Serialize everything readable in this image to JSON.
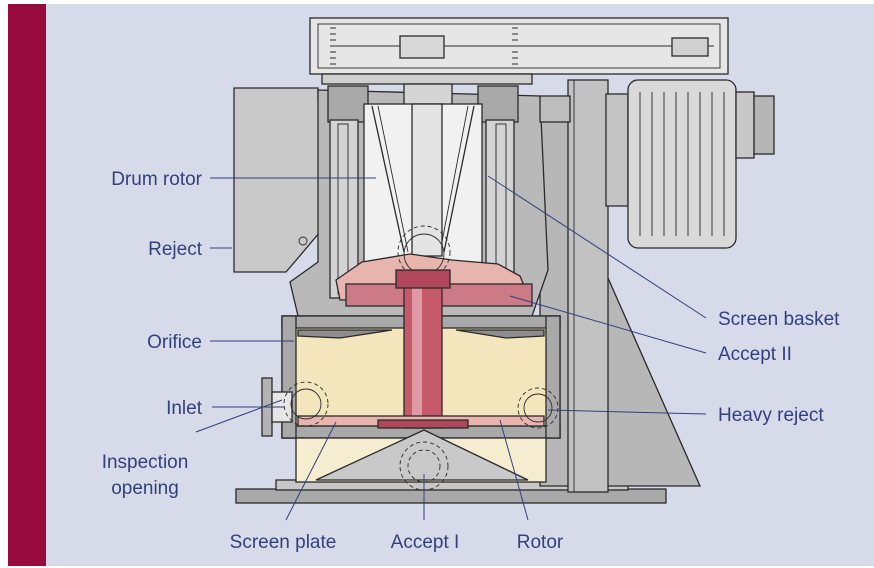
{
  "labels": {
    "drum_rotor": "Drum rotor",
    "reject": "Reject",
    "orifice": "Orifice",
    "inlet": "Inlet",
    "inspection_opening_line1": "Inspection",
    "inspection_opening_line2": "opening",
    "screen_plate": "Screen plate",
    "accept_1": "Accept I",
    "rotor": "Rotor",
    "screen_basket": "Screen basket",
    "accept_2": "Accept II",
    "heavy_reject": "Heavy reject"
  },
  "colors": {
    "accent_bar": "#960a3c",
    "background": "#d7dae8",
    "label_text": "#33407f",
    "housing_gray": "#b4b4b4",
    "inner_cream": "#f3e6bc",
    "shaft_red": "#c45a6a",
    "pink_zone": "#e8b4ae"
  }
}
